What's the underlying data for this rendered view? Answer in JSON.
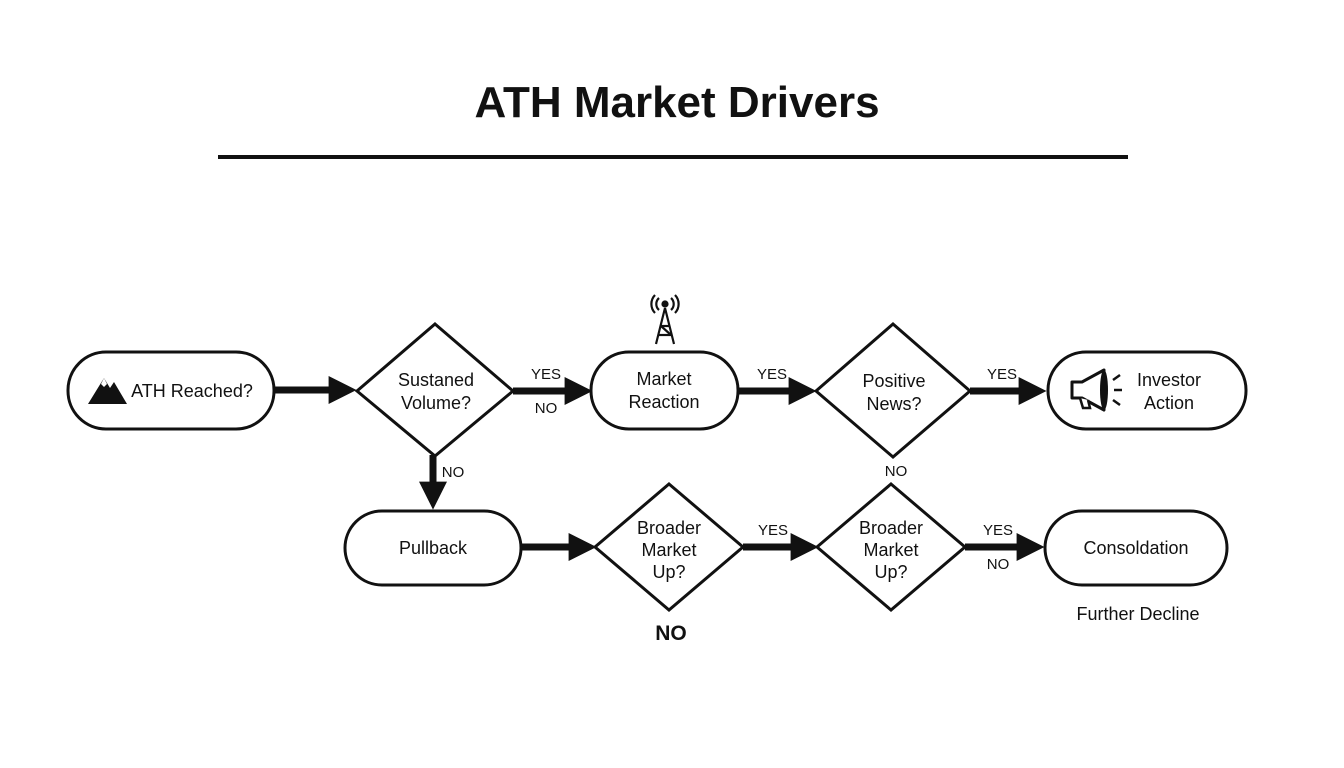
{
  "title": "ATH Market Drivers",
  "nodes": {
    "ath": "ATH Reached?",
    "sustained_1": "Sustaned",
    "sustained_2": "Volume?",
    "market_1": "Market",
    "market_2": "Reaction",
    "positive_1": "Positive",
    "positive_2": "News?",
    "investor_1": "Investor",
    "investor_2": "Action",
    "pullback": "Pullback",
    "broader_a_1": "Broader",
    "broader_a_2": "Market",
    "broader_a_3": "Up?",
    "broader_b_1": "Broader",
    "broader_b_2": "Market",
    "broader_b_3": "Up?",
    "consolidation": "Consoldation",
    "further": "Further Decline"
  },
  "labels": {
    "yes_1": "YES",
    "no_1": "NO",
    "yes_2": "YES",
    "yes_3": "YES",
    "no_down": "NO",
    "no_positive": "NO",
    "yes_4": "YES",
    "yes_5": "YES",
    "no_5": "NO",
    "no_big": "NO"
  },
  "icons": {
    "ath": "mountain-icon",
    "market": "signal-tower-icon",
    "investor": "megaphone-icon"
  },
  "colors": {
    "stroke": "#111111",
    "background": "#ffffff"
  }
}
